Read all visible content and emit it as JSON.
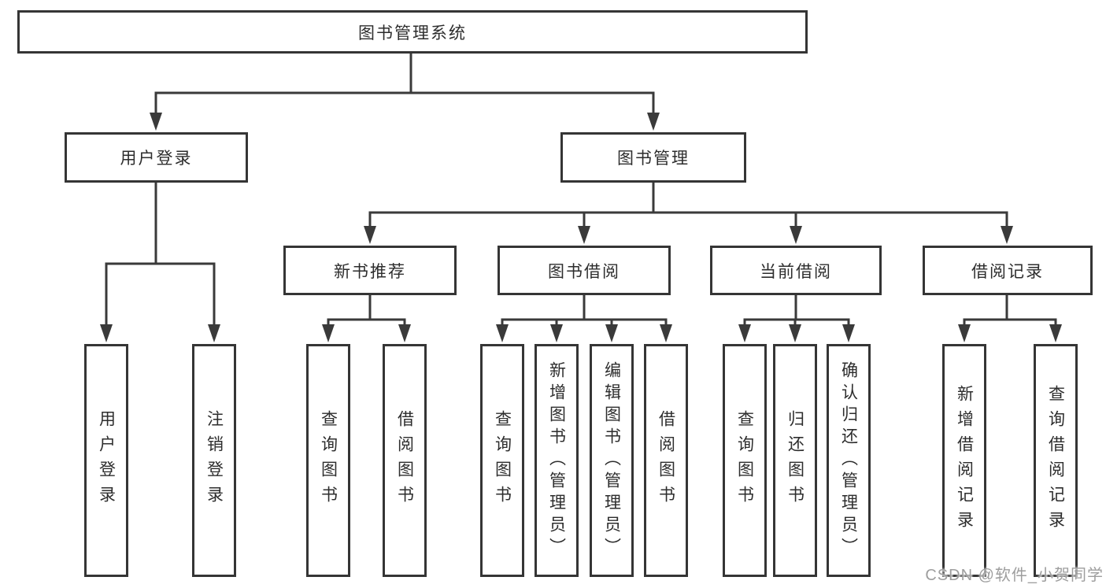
{
  "colors": {
    "line": "#3a3a3a",
    "box_border": "#353535",
    "box_background": "#ffffff",
    "text": "#2d2d2d",
    "watermark": "#9e9e9e"
  },
  "tree": {
    "root": {
      "label": "图书管理系统"
    },
    "branches": [
      {
        "label": "用户登录",
        "children": [
          {
            "label": "用户登录"
          },
          {
            "label": "注销登录"
          }
        ]
      },
      {
        "label": "图书管理",
        "groups": [
          {
            "label": "新书推荐",
            "children": [
              {
                "label": "查询图书"
              },
              {
                "label": "借阅图书"
              }
            ]
          },
          {
            "label": "图书借阅",
            "children": [
              {
                "label": "查询图书"
              },
              {
                "label": "新增图书（管理员）"
              },
              {
                "label": "编辑图书（管理员）"
              },
              {
                "label": "借阅图书"
              }
            ]
          },
          {
            "label": "当前借阅",
            "children": [
              {
                "label": "查询图书"
              },
              {
                "label": "归还图书"
              },
              {
                "label": "确认归还（管理员）"
              }
            ]
          },
          {
            "label": "借阅记录",
            "children": [
              {
                "label": "新增借阅记录"
              },
              {
                "label": "查询借阅记录"
              }
            ]
          }
        ]
      }
    ]
  },
  "watermark": {
    "text": "CSDN @软件_小贺同学"
  }
}
